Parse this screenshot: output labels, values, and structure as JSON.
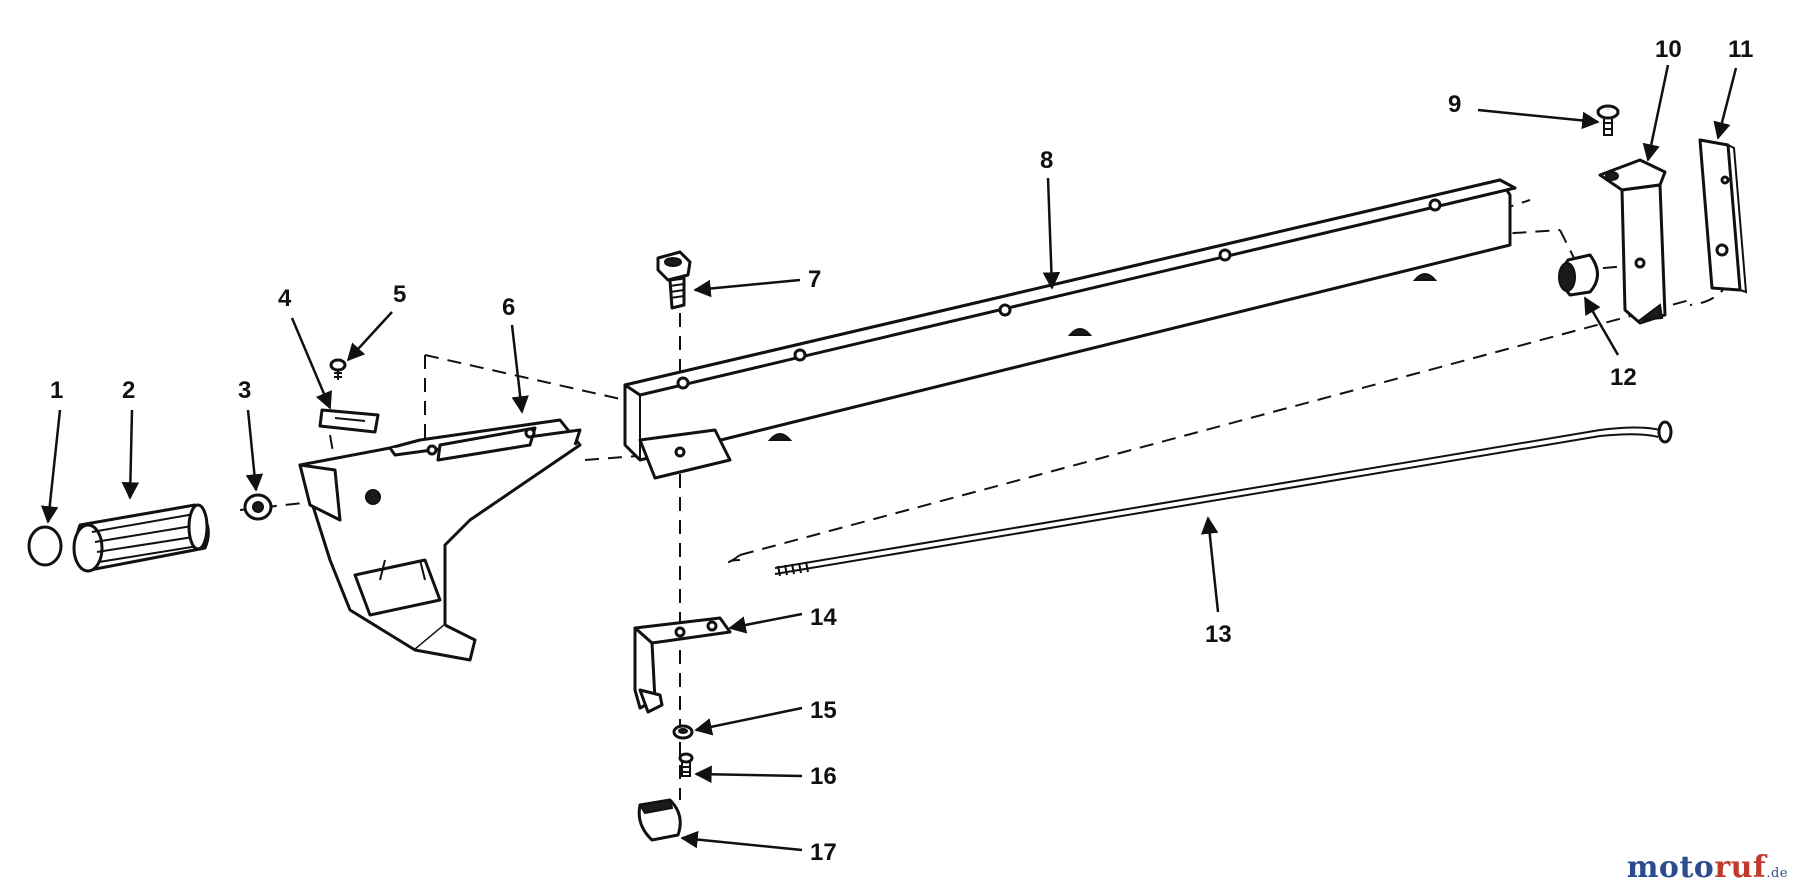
{
  "callouts": [
    {
      "id": "1",
      "label": "1"
    },
    {
      "id": "2",
      "label": "2"
    },
    {
      "id": "3",
      "label": "3"
    },
    {
      "id": "4",
      "label": "4"
    },
    {
      "id": "5",
      "label": "5"
    },
    {
      "id": "6",
      "label": "6"
    },
    {
      "id": "7",
      "label": "7"
    },
    {
      "id": "8",
      "label": "8"
    },
    {
      "id": "9",
      "label": "9"
    },
    {
      "id": "10",
      "label": "10"
    },
    {
      "id": "11",
      "label": "11"
    },
    {
      "id": "12",
      "label": "12"
    },
    {
      "id": "13",
      "label": "13"
    },
    {
      "id": "14",
      "label": "14"
    },
    {
      "id": "15",
      "label": "15"
    },
    {
      "id": "16",
      "label": "16"
    },
    {
      "id": "17",
      "label": "17"
    }
  ],
  "watermark": {
    "brand_left": "moto",
    "brand_right": "ruf",
    "tld": ".de"
  },
  "colors": {
    "line": "#111111",
    "background": "#ffffff",
    "watermark_blue": "#2b4c8c",
    "watermark_red": "#c0392b"
  }
}
